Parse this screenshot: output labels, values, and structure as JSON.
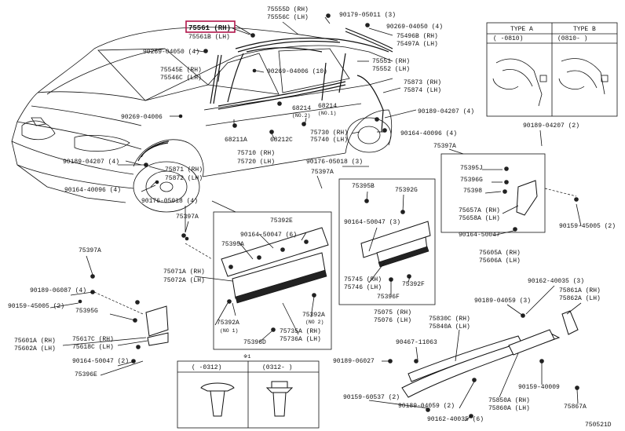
{
  "diagram_code": "750521D",
  "highlight_color": "#b0154a",
  "labels": {
    "p75561": "75561 (RH)",
    "p75561b": "75561B (LH)",
    "p75555": "75555D (RH)",
    "p75556": "75556C (LH)",
    "p90179": "90179-05011 (3)",
    "p90269a": "90269-04050 (4)",
    "p75496": "75496B (RH)",
    "p75497": "75497A (LH)",
    "p90269b": "90269-04050 (4)",
    "p75545": "75545E (RH)",
    "p75546": "75546C (LH)",
    "p75551": "75551 (RH)",
    "p75552": "75552 (LH)",
    "p90269c": "90269-04006 (10)",
    "p75873": "75873 (RH)",
    "p75874": "75874 (LH)",
    "p90189a": "90189-04207 (4)",
    "p90269d": "90269-04006",
    "p68214": "68214",
    "p68214n2": "(NO.2)",
    "p68214b": "68214",
    "p68214n1": "(NO.1)",
    "p68211": "68211A",
    "p68212": "68212C",
    "p75730": "75730 (RH)",
    "p75740": "75740 (LH)",
    "p90164a": "90164-40096 (4)",
    "p90189b": "90189-04207 (2)",
    "p75710": "75710 (RH)",
    "p75720": "75720 (LH)",
    "p90189c": "90189-04207 (4)",
    "p90176a": "90176-05018 (3)",
    "p75397a": "75397A",
    "p75397b": "75397A",
    "p75871": "75871 (RH)",
    "p75872": "75872 (LH)",
    "p90164b": "90164-40096 (4)",
    "p75395b": "75395B",
    "p75392g": "75392G",
    "p75395j": "75395J",
    "p75396g": "75396G",
    "p75398": "75398",
    "p90176b": "90176-05018 (4)",
    "p75397c": "75397A",
    "p75392e": "75392E",
    "p90164c": "90164-50047 (3)",
    "p75657": "75657A (RH)",
    "p75658": "75658A (LH)",
    "p90164d": "90164-50047 (6)",
    "p75395a": "75395A",
    "p90164e": "90164-50047",
    "p90159a": "90159-45005 (2)",
    "p75605": "75605A (RH)",
    "p75606": "75606A (LH)",
    "p75397d": "75397A",
    "p75071": "75071A (RH)",
    "p75072": "75072A (LH)",
    "p75745": "75745 (RH)",
    "p75746": "75746 (LH)",
    "p75392f": "75392F",
    "p75396f": "75396F",
    "p90162a": "90162-40035 (3)",
    "p90189d": "90189-06087 (4)",
    "p90159b": "90159-45005 (2)",
    "p75395g": "75395G",
    "p90189e": "90189-04059 (3)",
    "p75861": "75861A (RH)",
    "p75862": "75862A (LH)",
    "p75075": "75075 (RH)",
    "p75076": "75076 (LH)",
    "p75830": "75830C (RH)",
    "p75840": "75840A (LH)",
    "p75392a1": "75392A",
    "p75392a1n": "(NO 1)",
    "p75392a2": "75392A",
    "p75392a2n": "(NO 2)",
    "p75601": "75601A (RH)",
    "p75602": "75602A (LH)",
    "p75617": "75617C (RH)",
    "p75618": "75618C (LH)",
    "p75396d": "75396D",
    "p75735": "75735A (RH)",
    "p75736": "75736A (LH)",
    "p90467": "90467-11063",
    "p90164f": "90164-50047 (2)",
    "p75396e": "75396E",
    "p90189f": "90189-06027",
    "p90159c": "90159-40009",
    "p90159d": "90159-60537 (2)",
    "p90189g": "90189-04059 (2)",
    "p75850": "75850A (RH)",
    "p75860": "75860A (LH)",
    "p90162b": "90162-40035 (6)",
    "p75867": "75867A",
    "type_a": "TYPE A",
    "type_b": "TYPE B",
    "type_a_range": "( -0810)",
    "type_b_range": "(0810- )",
    "clip_mark": "※1",
    "clip_a": "( -0312)",
    "clip_b": "(0312- )"
  }
}
